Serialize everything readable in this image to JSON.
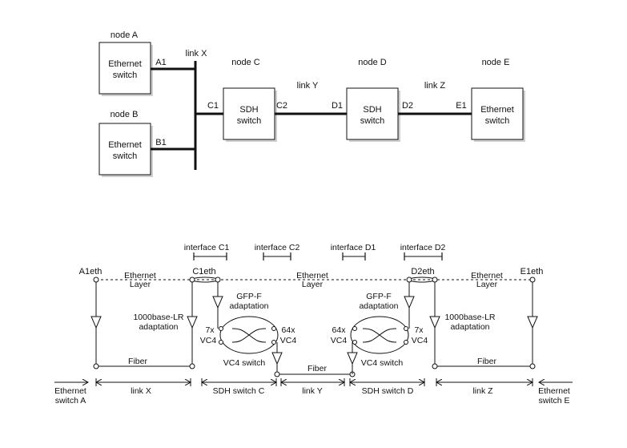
{
  "top": {
    "nodes": {
      "a": {
        "title": "node A",
        "line1": "Ethernet",
        "line2": "switch"
      },
      "b": {
        "title": "node B",
        "line1": "Ethernet",
        "line2": "switch"
      },
      "c": {
        "title": "node C",
        "line1": "SDH",
        "line2": "switch"
      },
      "d": {
        "title": "node D",
        "line1": "SDH",
        "line2": "switch"
      },
      "e": {
        "title": "node E",
        "line1": "Ethernet",
        "line2": "switch"
      }
    },
    "ports": {
      "a1": "A1",
      "b1": "B1",
      "c1": "C1",
      "c2": "C2",
      "d1": "D1",
      "d2": "D2",
      "e1": "E1"
    },
    "links": {
      "x": "link X",
      "y": "link Y",
      "z": "link Z"
    }
  },
  "bottom": {
    "interfaces": {
      "c1": "interface C1",
      "c2": "interface C2",
      "d1": "interface D1",
      "d2": "interface D2"
    },
    "endpoints": {
      "a1eth": "A1eth",
      "c1eth": "C1eth",
      "d2eth": "D2eth",
      "e1eth": "E1eth"
    },
    "ethernet_layer": {
      "line1": "Ethernet",
      "line2": "Layer"
    },
    "gfp": {
      "line1": "GFP-F",
      "line2": "adaptation"
    },
    "base_lr": {
      "line1": "1000base-LR",
      "line2": "adaptation"
    },
    "vc4_7x": {
      "line1": "7x",
      "line2": "VC4"
    },
    "vc4_64x": {
      "line1": "64x",
      "line2": "VC4"
    },
    "vc4_switch": "VC4 switch",
    "fiber": "Fiber",
    "spans": {
      "eth_a": {
        "line1": "Ethernet",
        "line2": "switch A"
      },
      "link_x": "link X",
      "sdh_c": "SDH switch C",
      "link_y": "link Y",
      "sdh_d": "SDH switch D",
      "link_z": "link Z",
      "eth_e": {
        "line1": "Ethernet",
        "line2": "switch E"
      }
    }
  }
}
